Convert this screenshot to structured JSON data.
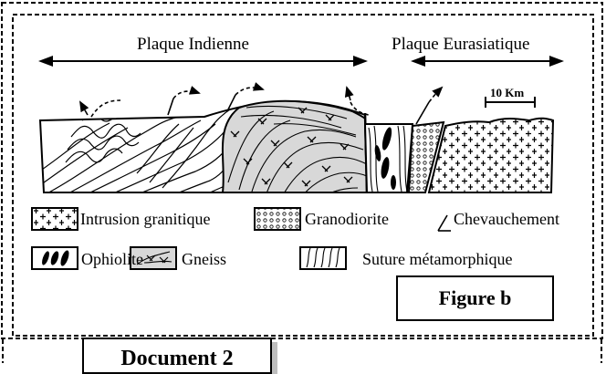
{
  "plates": {
    "indian": "Plaque Indienne",
    "eurasian": "Plaque Eurasiatique"
  },
  "scale_bar": "10 Km",
  "legend": {
    "granite": "Intrusion granitique",
    "granodiorite": "Granodiorite",
    "thrust": "Chevauchement",
    "ophiolite": "Ophiolite",
    "gneiss": "Gneiss",
    "suture": "Suture métamorphique"
  },
  "figure_label": "Figure b",
  "document_label": "Document 2"
}
